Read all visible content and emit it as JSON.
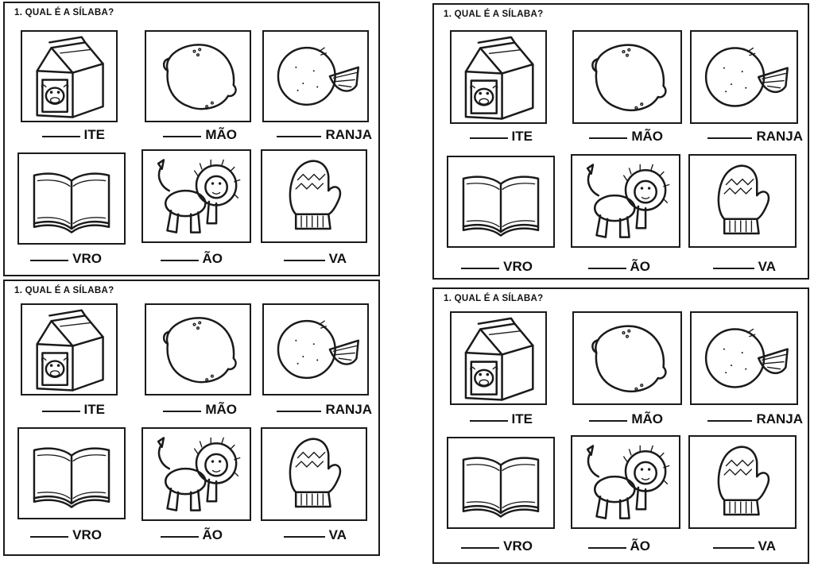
{
  "worksheet": {
    "title": "1. QUAL É A SÍLABA?",
    "blank": "______",
    "items": [
      {
        "icon": "milk-carton-icon",
        "suffix": "ITE"
      },
      {
        "icon": "lemon-icon",
        "suffix": "MÃO"
      },
      {
        "icon": "orange-icon",
        "suffix": "RANJA"
      },
      {
        "icon": "book-icon",
        "suffix": "VRO"
      },
      {
        "icon": "lion-icon",
        "suffix": "ÃO"
      },
      {
        "icon": "mitten-icon",
        "suffix": "VA"
      }
    ]
  },
  "colors": {
    "ink": "#1a1a1a",
    "paper": "#ffffff"
  }
}
